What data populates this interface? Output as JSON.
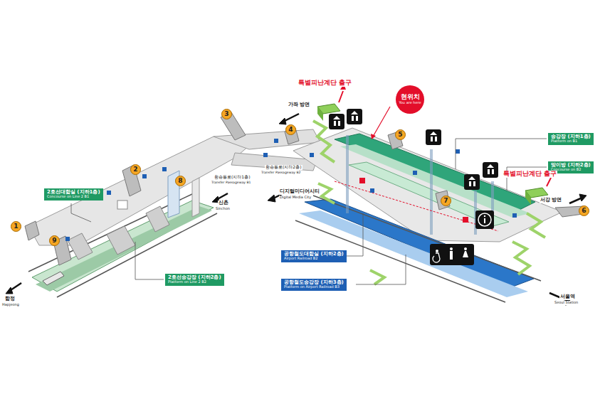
{
  "diagram": {
    "nodes": [
      {
        "text": [
          "현위치",
          "You are here"
        ]
      },
      {
        "text": [
          "1"
        ]
      },
      {
        "text": [
          "2"
        ]
      },
      {
        "text": [
          "3"
        ]
      },
      {
        "text": [
          "4"
        ]
      },
      {
        "text": [
          "5"
        ]
      },
      {
        "text": [
          "6"
        ]
      },
      {
        "text": [
          "7"
        ]
      },
      {
        "text": [
          "8"
        ]
      },
      {
        "text": [
          "9"
        ]
      },
      {
        "text": [
          "승강장 (지하1층)",
          "Platform on B1"
        ]
      },
      {
        "text": [
          "맞이방 (지하2층)",
          "Concourse on B2"
        ]
      },
      {
        "text": [
          "2호선대합실 (지하1층)",
          "Concourse on Line 2 B1"
        ]
      },
      {
        "text": [
          "2호선승강장 (지하2층)",
          "Platform on Line 2 B2"
        ]
      },
      {
        "text": [
          "공항철도대합실 (지하2층)",
          "Airport Railroad B2"
        ]
      },
      {
        "text": [
          "공항철도승강장 (지하3층)",
          "Platform on Airport Railroad B3"
        ]
      }
    ],
    "labels": [
      "특별피난계단 출구",
      "특별피난계단 출구",
      "가좌 방면",
      "서강 방면",
      "디지털미디어시티",
      "Digital Media City",
      "서울역",
      "Seoul Station",
      "신촌",
      "Sinchon",
      "합정",
      "Hapjeong",
      "환승통로(지하1층)",
      "Transfer Passageway B1",
      "환승통로(지하2층)",
      "Transfer Passageway B2"
    ]
  }
}
